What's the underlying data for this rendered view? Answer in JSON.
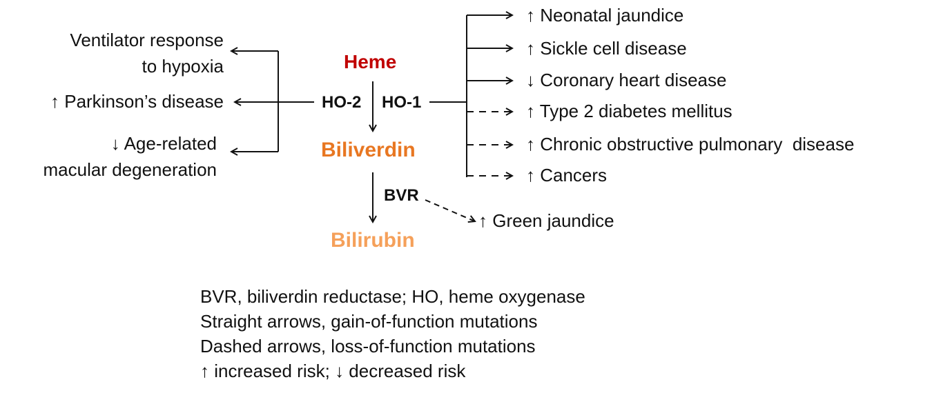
{
  "pathway": {
    "heme": "Heme",
    "ho2": "HO-2",
    "ho1": "HO-1",
    "biliverdin": "Biliverdin",
    "bvr": "BVR",
    "bilirubin": "Bilirubin"
  },
  "left": {
    "hypoxia_line1": "Ventilator response",
    "hypoxia_line2": "to hypoxia",
    "parkinsons": "↑ Parkinson’s disease",
    "amd_line1": "↓ Age-related",
    "amd_line2": "macular degeneration"
  },
  "right": [
    {
      "label": "↑ Neonatal jaundice",
      "style": "solid"
    },
    {
      "label": "↑ Sickle cell disease",
      "style": "solid"
    },
    {
      "label": "↓ Coronary heart disease",
      "style": "solid"
    },
    {
      "label": "↑ Type 2 diabetes mellitus",
      "style": "dashed"
    },
    {
      "label": "↑ Chronic obstructive pulmonary  disease",
      "style": "dashed"
    },
    {
      "label": "↑ Cancers",
      "style": "dashed"
    }
  ],
  "bvr_target": "↑ Green jaundice",
  "legend": [
    "BVR, biliverdin reductase; HO, heme oxygenase",
    "Straight arrows, gain-of-function mutations",
    "Dashed arrows, loss-of-function mutations",
    "↑ increased risk; ↓ decreased risk"
  ]
}
